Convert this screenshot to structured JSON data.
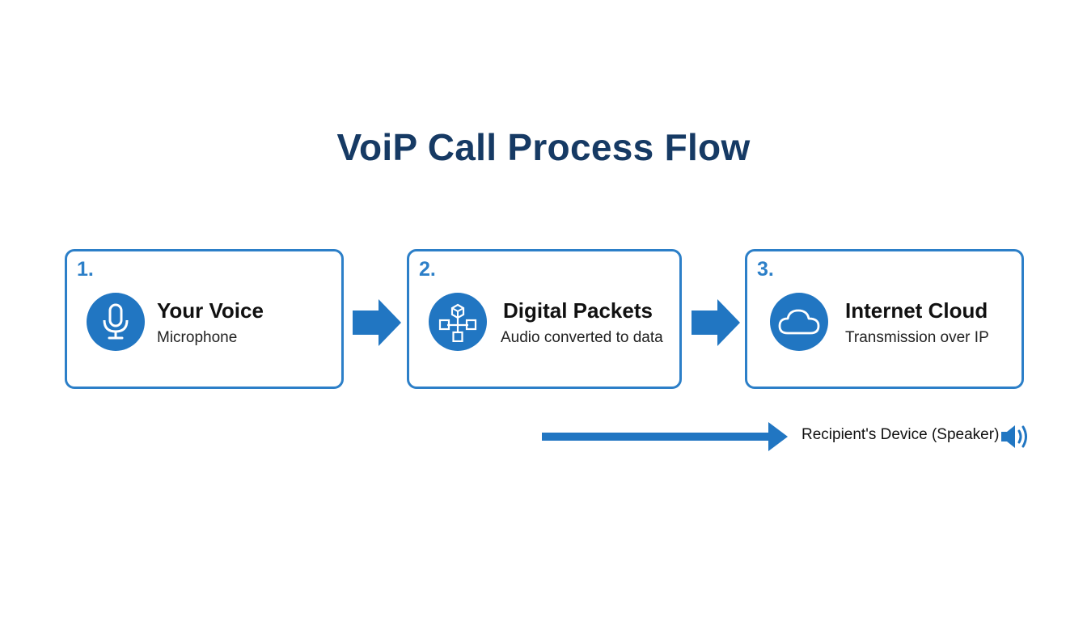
{
  "title": "VoiP Call Process Flow",
  "colors": {
    "accent": "#2c7fc8",
    "icon_fill": "#2176c2",
    "title": "#163a64"
  },
  "steps": [
    {
      "number": "1.",
      "label": "Your Voice",
      "sub": "Microphone",
      "icon": "microphone-icon"
    },
    {
      "number": "2.",
      "label": "Digital Packets",
      "sub": "Audio converted to data",
      "icon": "network-nodes-icon"
    },
    {
      "number": "3.",
      "label": "Internet Cloud",
      "sub": "Transmission over IP",
      "icon": "cloud-icon"
    }
  ],
  "recipient": {
    "label": "Recipient's Device (Speaker)",
    "icon": "speaker-icon"
  }
}
